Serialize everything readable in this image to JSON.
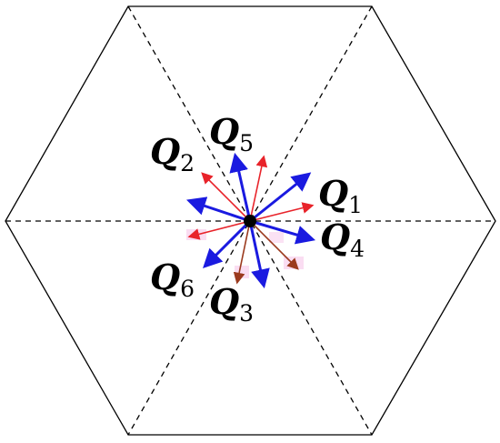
{
  "labels": [
    {
      "id": "q1",
      "letter": "Q",
      "sub": "1"
    },
    {
      "id": "q2",
      "letter": "Q",
      "sub": "2"
    },
    {
      "id": "q3",
      "letter": "Q",
      "sub": "3"
    },
    {
      "id": "q4",
      "letter": "Q",
      "sub": "4"
    },
    {
      "id": "q5",
      "letter": "Q",
      "sub": "5"
    },
    {
      "id": "q6",
      "letter": "Q",
      "sub": "6"
    }
  ],
  "colors": {
    "outline": "#000000",
    "dashed": "#000000",
    "red_arrows": "#e8232a",
    "blue_arrows": "#1a1ae0",
    "brown_arrows": "#9b3a1e",
    "center_dot": "#000000",
    "highlight": "#f7c6e9"
  },
  "icons": [
    "center-dot",
    "arrow"
  ]
}
